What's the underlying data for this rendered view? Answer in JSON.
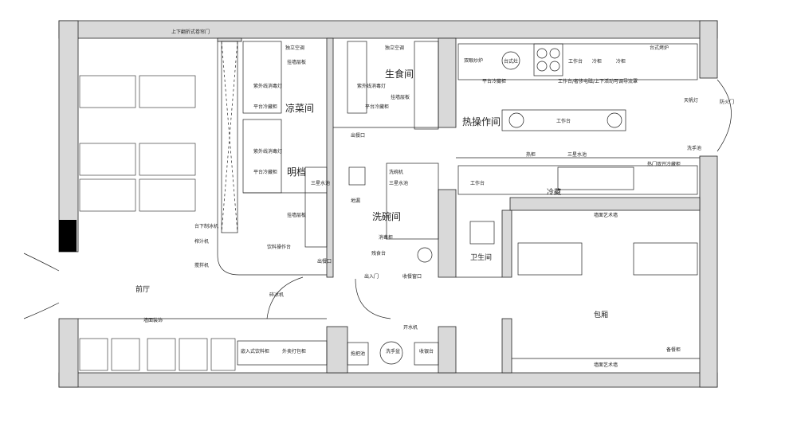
{
  "rooms": {
    "front_hall": "前厅",
    "cold_dish": "凉菜间",
    "open_stall": "明档",
    "raw_food": "生食间",
    "hot_kitchen": "热操作间",
    "dishwashing": "洗碗间",
    "restroom": "卫生间",
    "private_room": "包厢",
    "cold_storage": "冷藏"
  },
  "fixtures": {
    "roller_shutter": "上下翻折式卷帘门",
    "indep_ac_1": "独立空调",
    "indep_ac_2": "独立空调",
    "uv_lamp_1": "紫外线消毒灯",
    "uv_lamp_2": "紫外线消毒灯",
    "uv_lamp_3": "紫外线消毒灯",
    "shelf_cabinet_1": "挂墙层板",
    "shelf_cabinet_2": "挂墙层板",
    "bench_fridge_1": "平台冷藏柜",
    "bench_fridge_2": "平台冷藏柜",
    "bench_fridge_3": "平台冷藏柜",
    "bench_fridge_4": "平台冷藏柜",
    "sink_1": "三星水池",
    "sink_2": "三星水池",
    "sink_3": "三星水池",
    "serving_window_1": "出餐口",
    "serving_window_2": "出餐口",
    "serving_window_3": "收餐窗口",
    "drink_station": "饮料操作台",
    "under_ice_machine": "台下制冰机",
    "juicer": "榨汁机",
    "blender": "搅拌机",
    "ice_maker": "碎冰机",
    "dish_rack": "残食台",
    "gas_stove": "双眼炒炉",
    "roast_oven": "台式烤炉",
    "steamer": "台式灶",
    "work_table_1": "工作台",
    "work_table_2": "工作台",
    "work_table_3": "工作台",
    "chiller_1": "冷柜",
    "chiller_2": "冷柜",
    "hood_line": "工作台/奢侈电磁/上下活动可调导流罩",
    "hot_cabinet": "热柜",
    "fire_door": "防火门",
    "exhaust_lamp": "天帆灯",
    "double_door": "热门双开冷藏柜",
    "hand_wash": "洗手池",
    "dish_washer": "洗碗机",
    "drain": "地漏",
    "exit_door": "出入门",
    "mop_pool": "拖把池",
    "wall_shelf": "挂墙层板",
    "water_heater": "开水机",
    "counter": "收银台",
    "recessed_cabinet": "嵌入式饮料柜",
    "display_case": "外卖打包柜",
    "steam_cabinet": "消毒柜",
    "art_wall_1": "墙面艺术墙",
    "art_wall_2": "墙面艺术墙",
    "side_cabinet": "备餐柜",
    "wall_decor": "墙面装饰",
    "handwash_basin": "洗手盆"
  },
  "colors": {
    "wall": "#d9d9d9",
    "line": "#222222",
    "column": "#000000"
  }
}
